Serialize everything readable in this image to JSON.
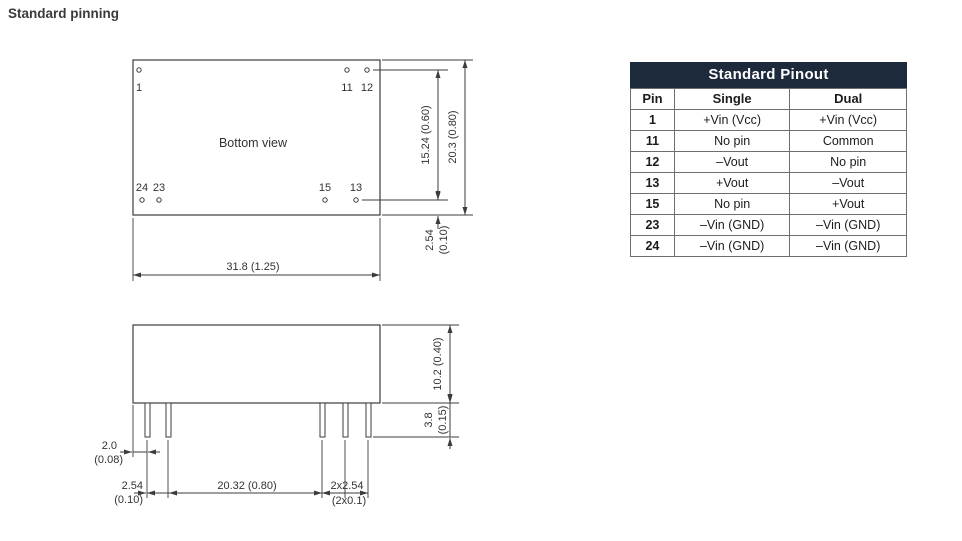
{
  "page": {
    "title": "Standard pinning"
  },
  "bottom_view": {
    "label": "Bottom view",
    "pins": {
      "p1": "1",
      "p11": "11",
      "p12": "12",
      "p24": "24",
      "p23": "23",
      "p15": "15",
      "p13": "13"
    },
    "dims": {
      "height_inner": "15.24 (0.60)",
      "height_outer": "20.3 (0.80)",
      "pin_offset_v": "2.54",
      "pin_offset_v_in": "(0.10)",
      "width": "31.8 (1.25)"
    }
  },
  "side_view": {
    "dims": {
      "body_height": "10.2 (0.40)",
      "pin_length": "3.8",
      "pin_length_in": "(0.15)",
      "edge_offset": "2.0",
      "edge_offset_in": "(0.08)",
      "pin_pitch": "2.54",
      "pin_pitch_in": "(0.10)",
      "span": "20.32 (0.80)",
      "right_pitch": "2x2.54",
      "right_pitch_in": "(2x0.1)"
    }
  },
  "pinout_table": {
    "title": "Standard Pinout",
    "columns": [
      "Pin",
      "Single",
      "Dual"
    ],
    "rows": [
      {
        "pin": "1",
        "single": "+Vin (Vcc)",
        "dual": "+Vin (Vcc)"
      },
      {
        "pin": "11",
        "single": "No pin",
        "dual": "Common"
      },
      {
        "pin": "12",
        "single": "–Vout",
        "dual": "No pin"
      },
      {
        "pin": "13",
        "single": "+Vout",
        "dual": "–Vout"
      },
      {
        "pin": "15",
        "single": "No pin",
        "dual": "+Vout"
      },
      {
        "pin": "23",
        "single": "–Vin (GND)",
        "dual": "–Vin (GND)"
      },
      {
        "pin": "24",
        "single": "–Vin (GND)",
        "dual": "–Vin (GND)"
      }
    ]
  },
  "colors": {
    "table_header_bg": "#1c2a3c",
    "line": "#3c3c3c",
    "text": "#333333"
  }
}
